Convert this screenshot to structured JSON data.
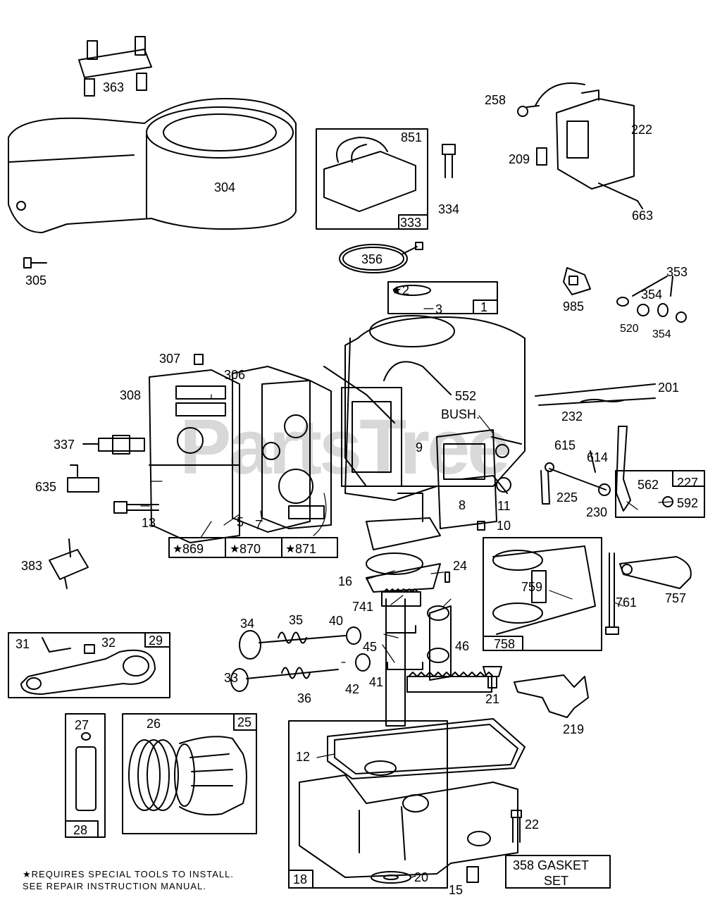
{
  "watermark": "PartsTree",
  "labels": {
    "p363": "363",
    "p304": "304",
    "p305": "305",
    "p851": "851",
    "p333": "333",
    "p334": "334",
    "p356": "356",
    "p258": "258",
    "p222": "222",
    "p209": "209",
    "p663": "663",
    "p985": "985",
    "p353": "353",
    "p354a": "354",
    "p520": "520",
    "p354b": "354",
    "p2": "2",
    "p3": "3",
    "p1": "1",
    "p307": "307",
    "p306": "306",
    "p308": "308",
    "p337": "337",
    "p635": "635",
    "p13": "13",
    "p5": "5",
    "p7": "7",
    "p869": "869",
    "p870": "870",
    "p871": "871",
    "p552": "552",
    "bush": "BUSH.",
    "p9": "9",
    "p8": "8",
    "p11": "11",
    "p10": "10",
    "p201": "201",
    "p232": "232",
    "p615": "615",
    "p614": "614",
    "p225": "225",
    "p230": "230",
    "p562": "562",
    "p227": "227",
    "p592": "592",
    "p383": "383",
    "p16": "16",
    "p24": "24",
    "p741": "741",
    "p759": "759",
    "p761": "761",
    "p757": "757",
    "p758": "758",
    "p34": "34",
    "p35": "35",
    "p40": "40",
    "p45": "45",
    "p46": "46",
    "p31": "31",
    "p32": "32",
    "p29": "29",
    "p33": "33",
    "p36": "36",
    "p42": "42",
    "p41": "41",
    "p21": "21",
    "p219": "219",
    "p27": "27",
    "p26": "26",
    "p25": "25",
    "p28": "28",
    "p12": "12",
    "p22": "22",
    "p18": "18",
    "p20": "20",
    "p15": "15",
    "gasket_line1": "358 GASKET",
    "gasket_line2": "SET"
  },
  "footnote": {
    "line1": "★REQUIRES SPECIAL TOOLS TO INSTALL.",
    "line2": "SEE REPAIR INSTRUCTION MANUAL."
  },
  "star": "★"
}
